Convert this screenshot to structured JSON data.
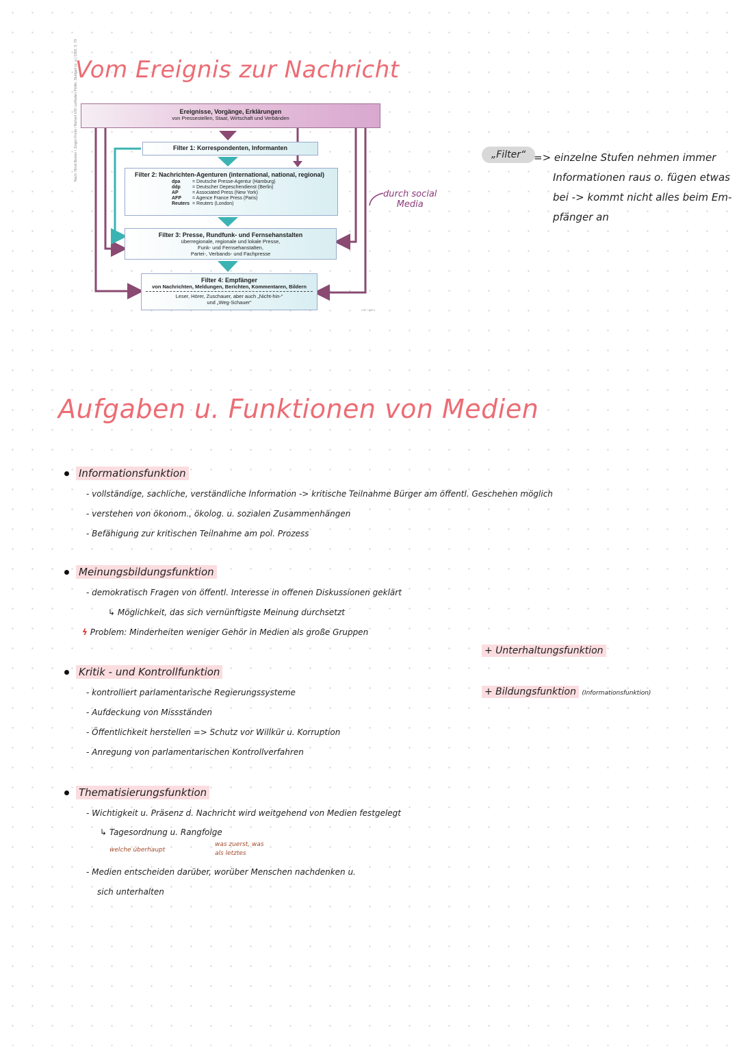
{
  "title1": "Vom Ereignis zur Nachricht",
  "diagram": {
    "top_title": "Ereignisse, Vorgänge, Erklärungen",
    "top_sub": "von Pressestellen, Staat, Wirtschaft und Verbänden",
    "filter1": "Filter 1: Korrespondenten, Informanten",
    "filter2": "Filter 2: Nachrichten-Agenturen (international, national, regional)",
    "agencies": [
      {
        "abbr": "dpa",
        "name": "= Deutsche Presse-Agentur (Hamburg)"
      },
      {
        "abbr": "ddp",
        "name": "= Deutscher Depeschendienst (Berlin)"
      },
      {
        "abbr": "AP",
        "name": "= Associated Press (New York)"
      },
      {
        "abbr": "AFP",
        "name": "= Agence France Press (Paris)"
      },
      {
        "abbr": "Reuters",
        "name": "= Reuters (London)"
      }
    ],
    "filter3": "Filter 3: Presse, Rundfunk- und Fernsehanstalten",
    "filter3_sub1": "überregionale, regionale und lokale Presse,",
    "filter3_sub2": "Funk- und Fernsehanstalten,",
    "filter3_sub3": "Partei-, Verbands- und Fachpresse",
    "filter4": "Filter 4: Empfänger",
    "filter4_sub1": "von Nachrichten, Meldungen, Berichten, Kommentaren, Bildern",
    "filter4_sub2": "Leser, Hörer, Zuschauer, aber auch „Nicht-hin-“",
    "filter4_sub3": "und „Weg-Schauer“",
    "credit": "Nach: Horst Becker / Jürgen Freitz / Norbert Ußl: Leitfaden Politik, Stuttgart (u. a.) 1993, S. 79",
    "lbp": "LBP / INFO",
    "colors": {
      "purple": "#8a4a72",
      "teal": "#3bb3b3"
    }
  },
  "social_note": [
    "durch social",
    "Media"
  ],
  "filter_pill": "„Filter“",
  "filter_note": [
    "=> einzelne Stufen nehmen immer",
    "Informationen raus o. fügen etwas",
    "bei -> kommt nicht alles beim Em-",
    "pfänger an"
  ],
  "title2": "Aufgaben u. Funktionen von Medien",
  "s1": {
    "heading": "Informationsfunktion",
    "l1": "- vollständige, sachliche, verständliche Information  ->  kritische Teilnahme Bürger am öffentl. Geschehen möglich",
    "l2": "- verstehen von ökonom., ökolog. u. sozialen Zusammenhängen",
    "l3": "- Befähigung zur kritischen Teilnahme am pol. Prozess"
  },
  "s2": {
    "heading": "Meinungsbildungsfunktion",
    "l1": "- demokratisch Fragen von öffentl. Interesse in offenen Diskussionen geklärt",
    "l2": "↳ Möglichkeit, das sich vernünftigste Meinung durchsetzt",
    "l3_mark": "ϟ",
    "l3": "Problem: Minderheiten weniger Gehör in Medien als große Gruppen"
  },
  "s3": {
    "heading": "Kritik - und Kontrollfunktion",
    "l1": "- kontrolliert parlamentarische Regierungssysteme",
    "l2": "- Aufdeckung von Missständen",
    "l3": "- Öffentlichkeit herstellen => Schutz vor Willkür u. Korruption",
    "l4": "- Anregung von parlamentarischen Kontrollverfahren"
  },
  "s4": {
    "heading": "Thematisierungsfunktion",
    "l1": "- Wichtigkeit u. Präsenz d. Nachricht wird weitgehend von Medien festgelegt",
    "l2": "↳ Tagesordnung u. Rangfolge",
    "n1": "welche überhaupt",
    "n2a": "was zuerst, was",
    "n2b": "als letztes",
    "l3": "- Medien entscheiden darüber, worüber Menschen nachdenken u.",
    "l4": "sich unterhalten"
  },
  "side1": "+ Unterhaltungsfunktion",
  "side2": "+ Bildungsfunktion",
  "side2_small": "(Informationsfunktion)"
}
